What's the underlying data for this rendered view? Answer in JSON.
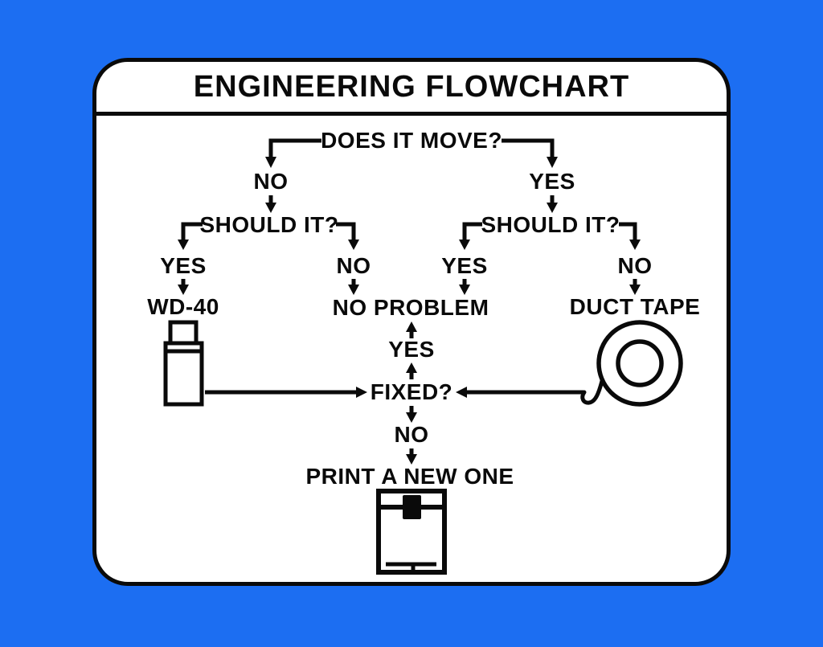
{
  "colors": {
    "background": "#1c6ef2",
    "card": "#ffffff",
    "ink": "#0a0a0a"
  },
  "card": {
    "title": "ENGINEERING FLOWCHART"
  },
  "flowchart": {
    "nodes": {
      "does_it_move": "DOES IT MOVE?",
      "no_left": "NO",
      "yes_right": "YES",
      "should_it_left": "SHOULD IT?",
      "should_it_right": "SHOULD IT?",
      "yes_wd40": "YES",
      "no_noproblem": "NO",
      "yes_noproblem": "YES",
      "no_ducttape": "NO",
      "wd40": "WD-40",
      "no_problem": "NO PROBLEM",
      "duct_tape": "DUCT TAPE",
      "yes_fixed": "YES",
      "fixed": "FIXED?",
      "no_fixed": "NO",
      "print_new_one": "PRINT A NEW ONE"
    },
    "icons": [
      "wd40-can-icon",
      "duct-tape-roll-icon",
      "3d-printer-icon"
    ]
  }
}
